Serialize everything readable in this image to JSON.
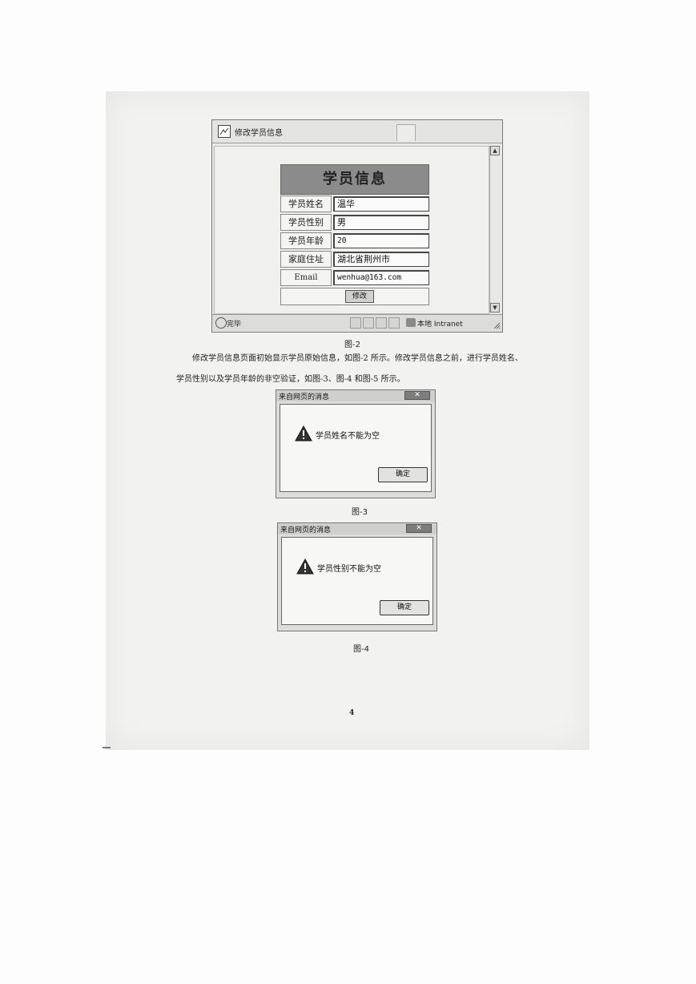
{
  "browser": {
    "title": "修改学员信息",
    "status": "完毕",
    "zone": "本地 Intranet"
  },
  "form": {
    "heading": "学员信息",
    "rows": [
      {
        "label": "学员姓名",
        "value": "温华"
      },
      {
        "label": "学员性别",
        "value": "男"
      },
      {
        "label": "学员年龄",
        "value": "20"
      },
      {
        "label": "家庭住址",
        "value": "湖北省荆州市"
      },
      {
        "label": "Email",
        "value": "wenhua@163.com"
      }
    ],
    "submit": "修改"
  },
  "captions": {
    "fig2": "图-2",
    "fig3": "图-3",
    "fig4": "图-4"
  },
  "paragraph": {
    "line1": "修改学员信息页面初始显示学员原始信息，如图-2 所示。修改学员信息之前，进行学员姓名、",
    "line2": "学员性别以及学员年龄的非空验证，如图-3、图-4 和图-5 所示。"
  },
  "dialogs": [
    {
      "title": "来自网页的消息",
      "message": "学员姓名不能为空",
      "ok": "确定"
    },
    {
      "title": "来自网页的消息",
      "message": "学员性别不能为空",
      "ok": "确定"
    }
  ],
  "page_number": "4"
}
